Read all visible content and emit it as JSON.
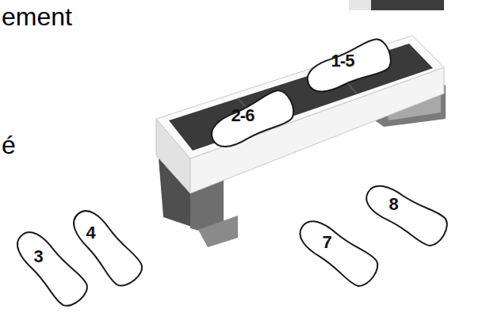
{
  "diagram": {
    "nodes": [
      {
        "text": [
          "1-5"
        ]
      },
      {
        "text": [
          "2-6"
        ]
      },
      {
        "text": [
          "3"
        ]
      },
      {
        "text": [
          "4"
        ]
      },
      {
        "text": [
          "7"
        ]
      },
      {
        "text": [
          "8"
        ]
      }
    ],
    "labels": [
      "ement",
      "é"
    ]
  }
}
